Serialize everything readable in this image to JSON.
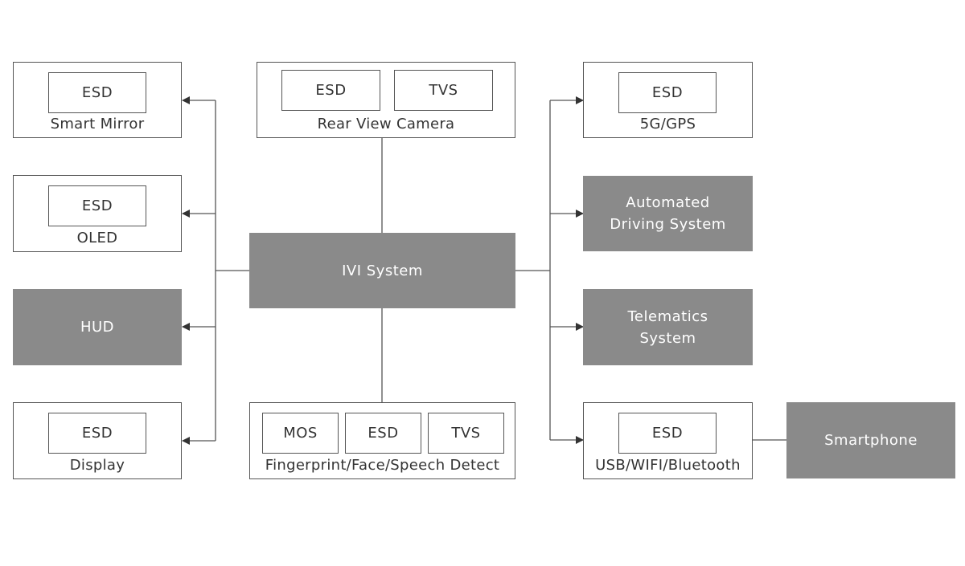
{
  "diagram": {
    "center": {
      "label": "IVI System"
    },
    "left": [
      {
        "label": "Smart Mirror",
        "components": [
          "ESD"
        ],
        "filled": false
      },
      {
        "label": "OLED",
        "components": [
          "ESD"
        ],
        "filled": false
      },
      {
        "label": "HUD",
        "components": [],
        "filled": true
      },
      {
        "label": "Display",
        "components": [
          "ESD"
        ],
        "filled": false
      }
    ],
    "top": {
      "label": "Rear View Camera",
      "components": [
        "ESD",
        "TVS"
      ]
    },
    "bottom": {
      "label": "Fingerprint/Face/Speech Detect",
      "components": [
        "MOS",
        "ESD",
        "TVS"
      ]
    },
    "right": [
      {
        "label": "5G/GPS",
        "components": [
          "ESD"
        ],
        "filled": false
      },
      {
        "label": "Automated Driving System",
        "label_lines": [
          "Automated",
          "Driving System"
        ],
        "components": [],
        "filled": true
      },
      {
        "label": "Telematics System",
        "label_lines": [
          "Telematics",
          "System"
        ],
        "components": [],
        "filled": true
      },
      {
        "label": "USB/WIFI/Bluetooth",
        "components": [
          "ESD"
        ],
        "filled": false
      }
    ],
    "external": {
      "label": "Smartphone"
    },
    "colors": {
      "filled_block": "#8a8a8a",
      "stroke": "#555555",
      "text": "#333333"
    }
  }
}
